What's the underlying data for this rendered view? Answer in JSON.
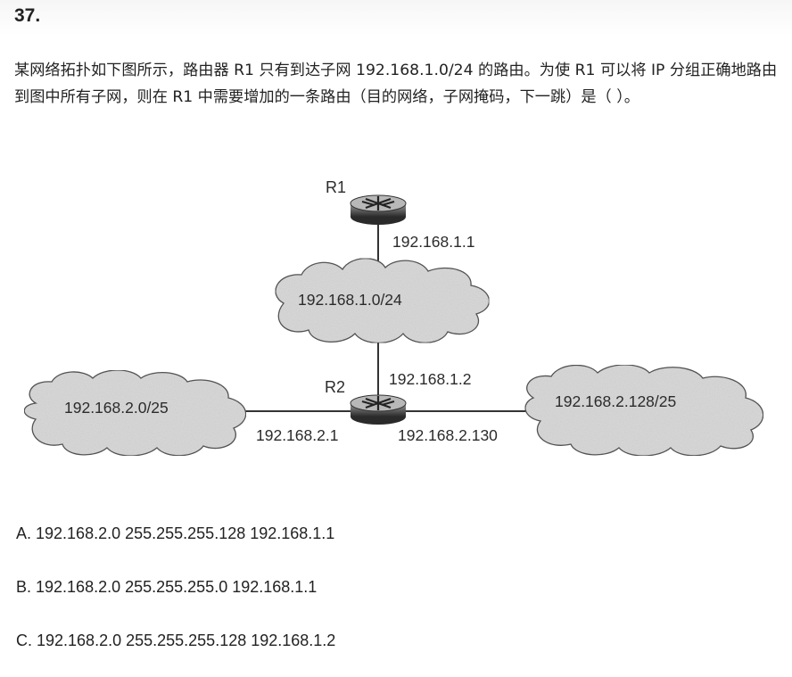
{
  "question": {
    "number": "37.",
    "stem": "某网络拓扑如下图所示，路由器 R1 只有到达子网 192.168.1.0/24 的路由。为使 R1 可以将 IP 分组正确地路由到图中所有子网，则在 R1 中需要增加的一条路由（目的网络，子网掩码，下一跳）是（ ）。"
  },
  "diagram": {
    "routers": [
      {
        "name": "R1",
        "ip": "192.168.1.1"
      },
      {
        "name": "R2",
        "ip_up": "192.168.1.2",
        "ip_left": "192.168.2.1",
        "ip_right": "192.168.2.130"
      }
    ],
    "networks": [
      {
        "label": "192.168.1.0/24"
      },
      {
        "label": "192.168.2.0/25"
      },
      {
        "label": "192.168.2.128/25"
      }
    ]
  },
  "options": [
    {
      "text": "A. 192.168.2.0 255.255.255.128 192.168.1.1"
    },
    {
      "text": "B. 192.168.2.0 255.255.255.0 192.168.1.1"
    },
    {
      "text": "C. 192.168.2.0 255.255.255.128 192.168.1.2"
    }
  ]
}
